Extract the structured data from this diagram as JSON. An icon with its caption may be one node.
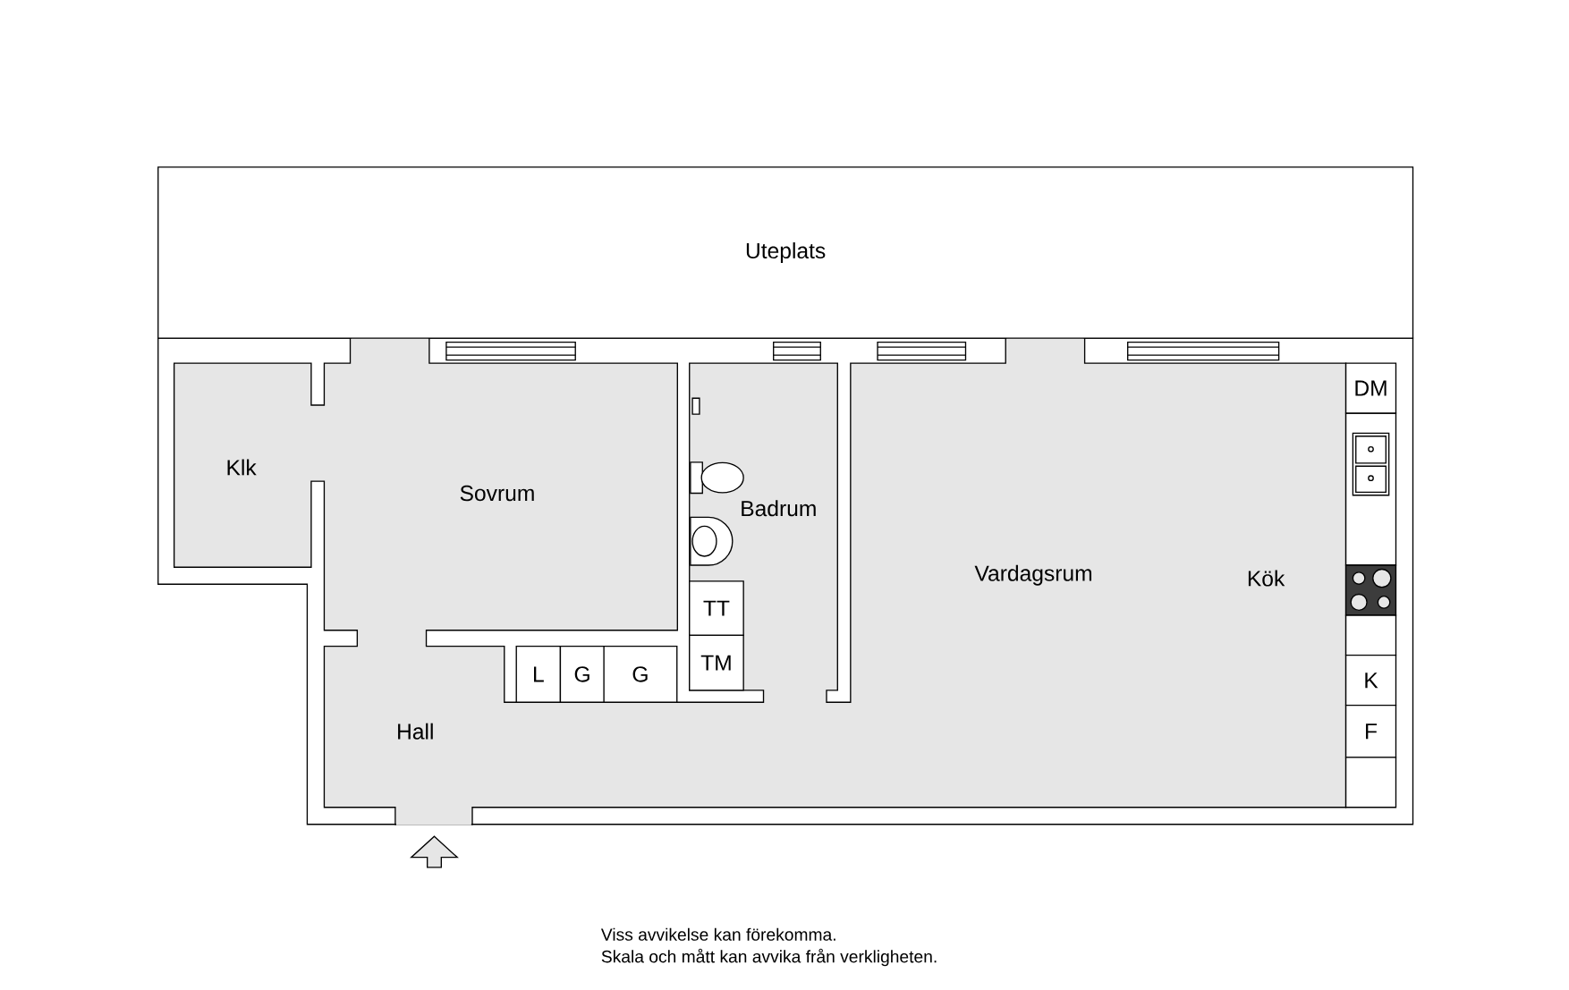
{
  "diagram": {
    "nodes": [
      {
        "text": [
          "Uteplats"
        ]
      },
      {
        "text": [
          "DM"
        ]
      },
      {
        "text": [
          "Klk"
        ]
      },
      {
        "text": [
          "Sovrum"
        ]
      },
      {
        "text": [
          "Badrum"
        ]
      },
      {
        "text": [
          "Vardagsrum"
        ]
      },
      {
        "text": [
          "Kök"
        ]
      },
      {
        "text": [
          "TT"
        ]
      },
      {
        "text": [],
        "shape": "box"
      },
      {
        "text": [
          "TM"
        ]
      },
      {
        "text": [
          "L"
        ]
      },
      {
        "text": [
          "G"
        ]
      },
      {
        "text": [
          "G"
        ]
      },
      {
        "text": [
          "K"
        ]
      },
      {
        "text": [
          "Hall"
        ]
      },
      {
        "text": [
          "F"
        ]
      },
      {
        "text": [],
        "shape": "box"
      }
    ],
    "labels": [
      "Viss avvikelse kan förekomma.",
      "Skala och mått kan avvika från verkligheten."
    ]
  }
}
